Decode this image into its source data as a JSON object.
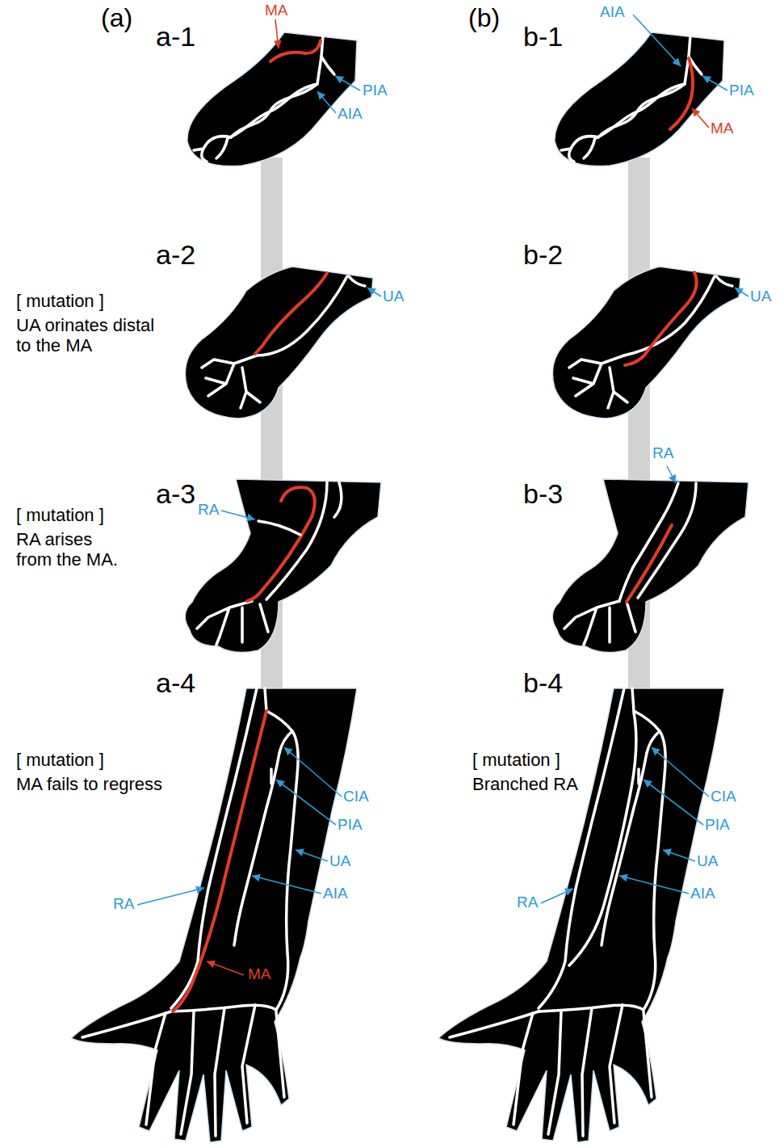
{
  "diagram": {
    "labels": [
      "(a)",
      "a-1",
      "MA",
      "PIA",
      "AIA",
      "a-2",
      "[ mutation ]",
      "UA orinates distal to the MA",
      "UA",
      "a-3",
      "[ mutation ]",
      "RA arises from the MA.",
      "RA",
      "a-4",
      "[ mutation ]",
      "MA fails to regress",
      "CIA",
      "PIA",
      "UA",
      "AIA",
      "RA",
      "MA",
      "(b)",
      "b-1",
      "AIA",
      "PIA",
      "MA",
      "b-2",
      "UA",
      "RA",
      "b-3",
      "b-4",
      "[ mutation ]",
      "Branched RA",
      "CIA",
      "PIA",
      "RA",
      "UA",
      "AIA"
    ]
  }
}
